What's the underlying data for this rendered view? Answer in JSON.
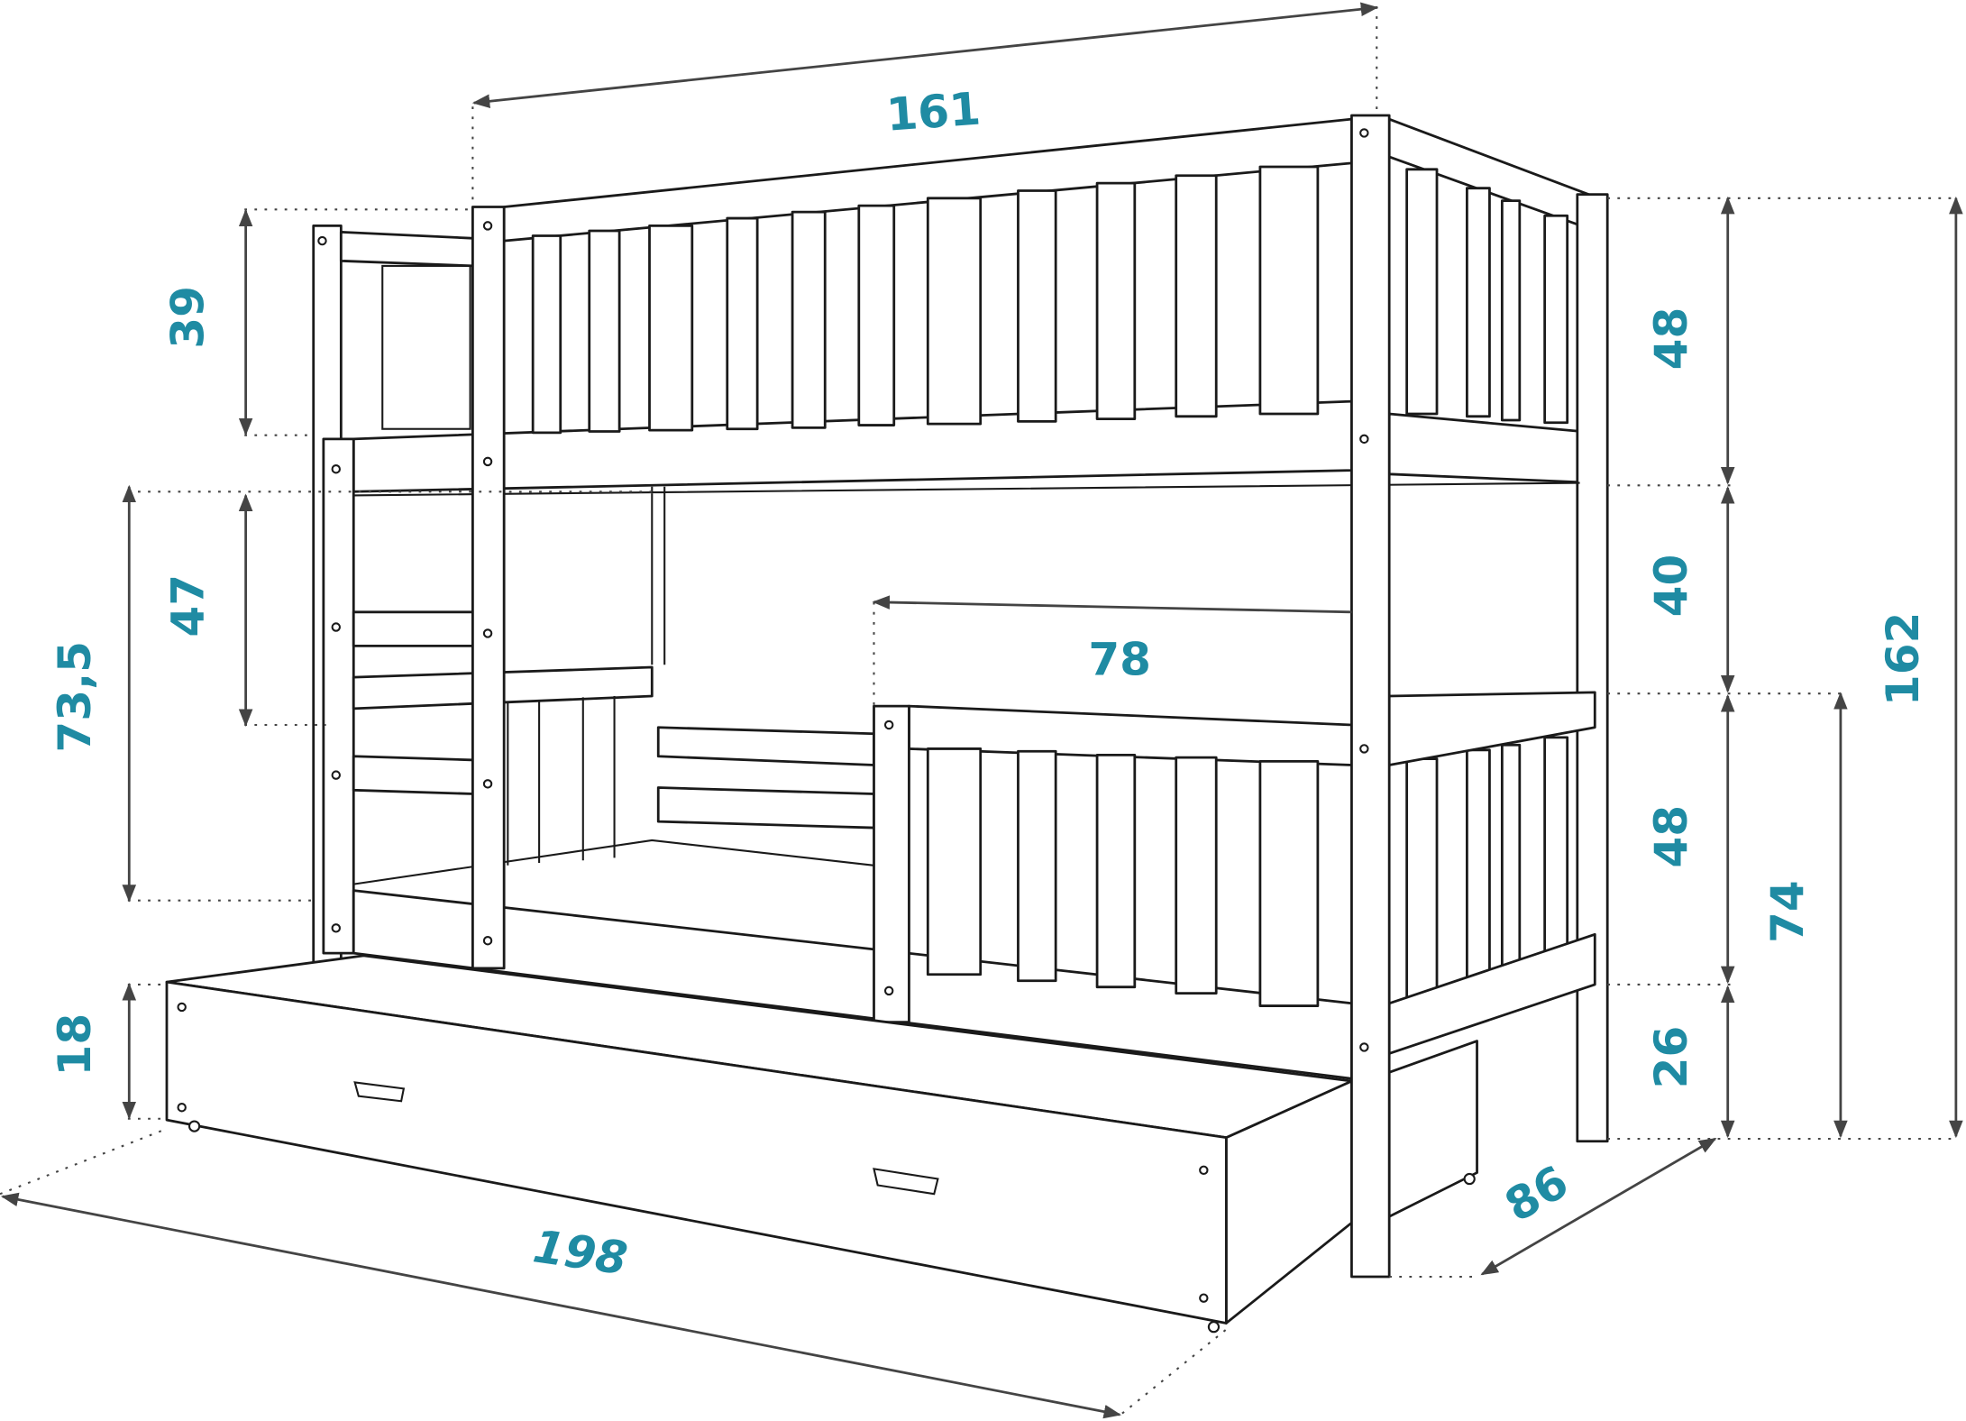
{
  "diagram": {
    "label_color": "#1f8ba3",
    "line_color": "#444444",
    "dimensions": {
      "length_top": "161",
      "top_guard_height": "39",
      "top_guard_right": "48",
      "between_beds": "40",
      "opening_width": "78",
      "ladder_upper": "47",
      "ladder_total": "73,5",
      "lower_guard": "48",
      "lower_bed_height": "74",
      "total_height": "162",
      "drawer_height": "18",
      "leg_height": "26",
      "depth": "86",
      "total_length": "198"
    }
  }
}
